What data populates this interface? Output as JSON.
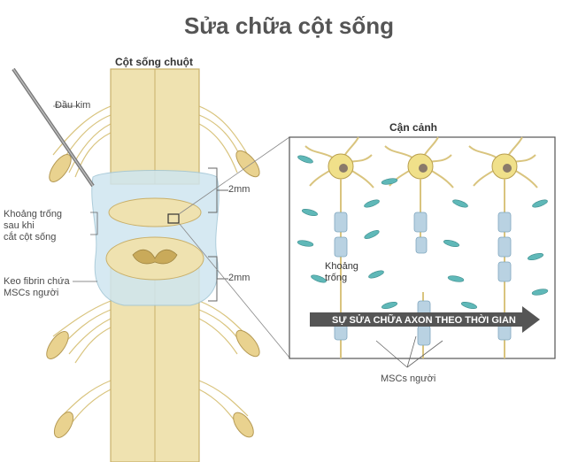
{
  "title": "Sửa chữa cột sống",
  "labels": {
    "spine": "Cột sống chuột",
    "needle": "Đầu kim",
    "gap": [
      "Khoảng trống",
      "sau khi",
      "cắt cột sống"
    ],
    "fibrin": [
      "Keo fibrin chứa",
      "MSCs người"
    ],
    "mm_top": "2mm",
    "mm_bottom": "2mm",
    "closeup": "Cận cảnh",
    "gap_closeup": [
      "Khoảng",
      "trống"
    ],
    "arrow": "SỰ SỬA CHỮA AXON THEO THỜI GIAN",
    "mscs": "MSCs người"
  },
  "colors": {
    "cord": "#efe2b0",
    "nerve": "#e8d79a",
    "gel": "#cfe6f0",
    "msc": "#5fb8b8",
    "axon_sheath": "#b9d2e2",
    "neuron": "#f0e08a",
    "arrow": "#555555"
  }
}
